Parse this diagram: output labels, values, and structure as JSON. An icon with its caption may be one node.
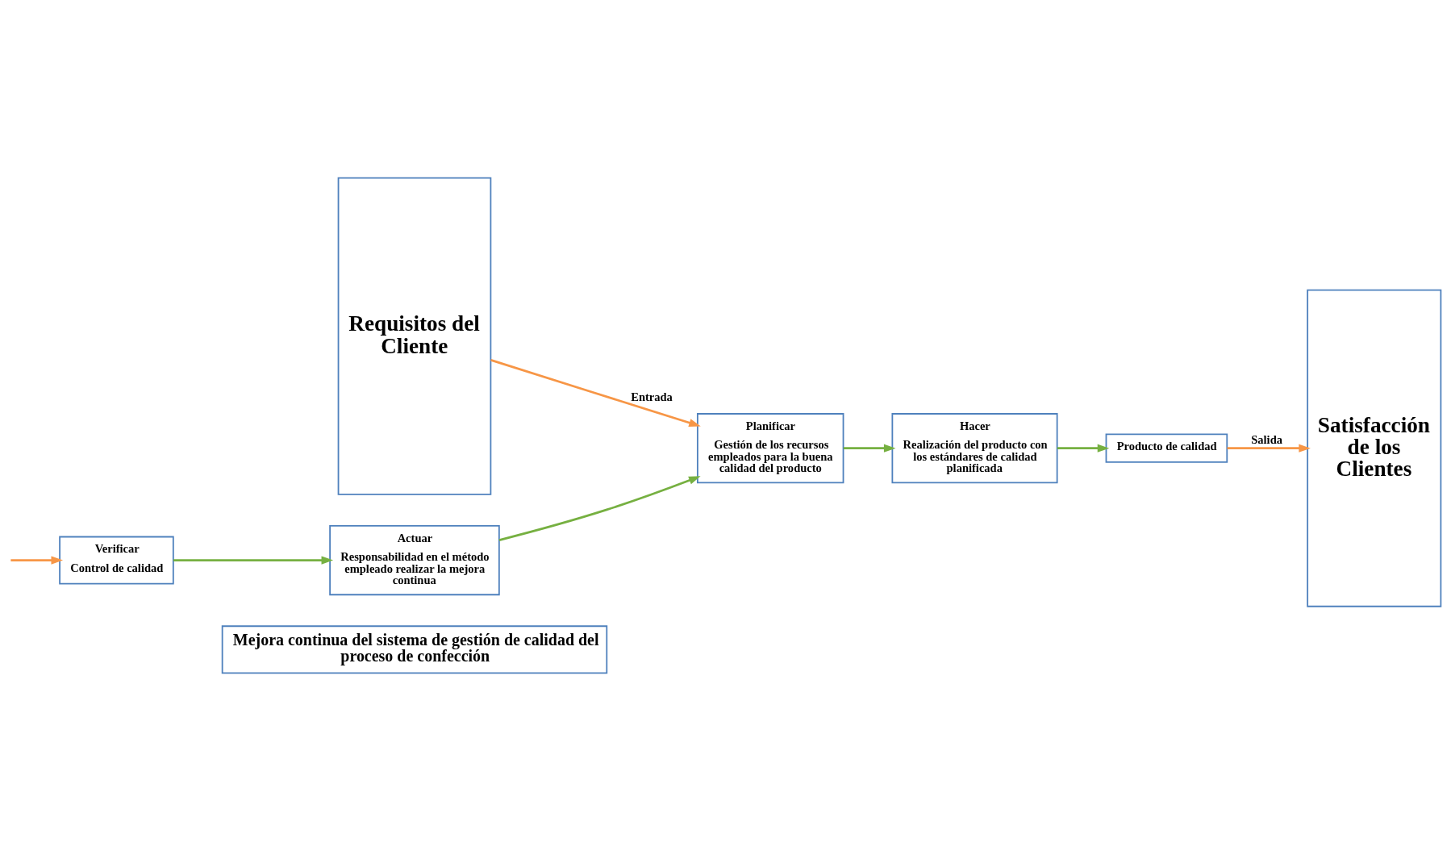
{
  "diagram": {
    "nodes": [
      {
        "text": [
          "Mejora continua del sistema de gestión de calidad del proceso de confección"
        ]
      },
      {
        "text": [
          "Requisitos del Cliente"
        ]
      },
      {
        "text": [
          "Satisfacción de los Clientes"
        ]
      },
      {
        "text": [
          "Planificar",
          "Gestión de los recursos empleados para la buena calidad del producto"
        ]
      },
      {
        "text": [
          "Actuar",
          "Responsabilidad en el método empleado realizar la mejora continua"
        ]
      },
      {
        "text": [
          "Verificar",
          "Control de calidad"
        ]
      },
      {
        "text": [
          "Producto de calidad"
        ]
      },
      {
        "text": [
          "Hacer",
          "Realización del producto con los estándares de calidad planificada"
        ]
      }
    ],
    "edges": [
      {
        "from": 1,
        "to": 3,
        "arrow": "to",
        "label": "Entrada",
        "color": "#f79646"
      },
      {
        "from": 4,
        "to": 3,
        "arrow": "to"
      },
      {
        "from": 3,
        "to": 7,
        "arrow": "to"
      },
      {
        "from": 7,
        "to": 6,
        "arrow": "to"
      },
      {
        "from": 5,
        "to": 4,
        "arrow": "to"
      },
      {
        "from": null,
        "to": 5,
        "arrow": "to",
        "color": "#f79646"
      },
      {
        "from": 6,
        "to": 2,
        "arrow": "to",
        "label": "Salida",
        "color": "#f79646"
      }
    ]
  }
}
